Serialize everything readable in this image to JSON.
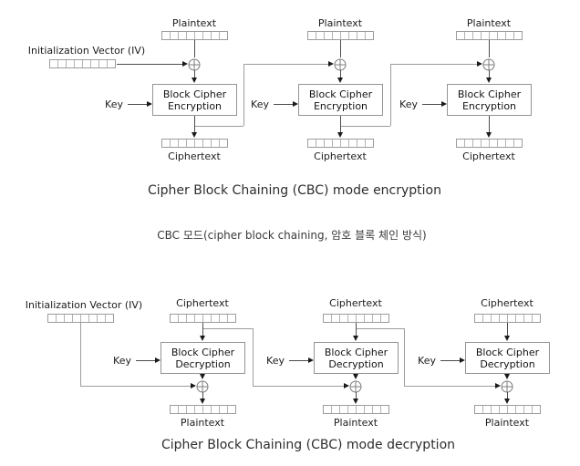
{
  "block_cells": 8,
  "colors": {
    "background": "#ffffff",
    "line": "#4d4d4d",
    "chain_line": "#9d9d9d",
    "block_border": "#9c9c9c",
    "box_border": "#949494",
    "text": "#1c1c1c",
    "caption": "#2d2d2d"
  },
  "subtitle": "CBC 모드(cipher block chaining, 암호 블록 체인 방식)",
  "encryption": {
    "caption": "Cipher Block Chaining (CBC) mode encryption",
    "iv_label": "Initialization Vector (IV)",
    "columns": [
      {
        "input_label": "Plaintext",
        "key_label": "Key",
        "box_line1": "Block Cipher",
        "box_line2": "Encryption",
        "output_label": "Ciphertext"
      },
      {
        "input_label": "Plaintext",
        "key_label": "Key",
        "box_line1": "Block Cipher",
        "box_line2": "Encryption",
        "output_label": "Ciphertext"
      },
      {
        "input_label": "Plaintext",
        "key_label": "Key",
        "box_line1": "Block Cipher",
        "box_line2": "Encryption",
        "output_label": "Ciphertext"
      }
    ]
  },
  "decryption": {
    "caption": "Cipher Block Chaining (CBC) mode decryption",
    "iv_label": "Initialization Vector (IV)",
    "columns": [
      {
        "input_label": "Ciphertext",
        "key_label": "Key",
        "box_line1": "Block Cipher",
        "box_line2": "Decryption",
        "output_label": "Plaintext"
      },
      {
        "input_label": "Ciphertext",
        "key_label": "Key",
        "box_line1": "Block Cipher",
        "box_line2": "Decryption",
        "output_label": "Plaintext"
      },
      {
        "input_label": "Ciphertext",
        "key_label": "Key",
        "box_line1": "Block Cipher",
        "box_line2": "Decryption",
        "output_label": "Plaintext"
      }
    ]
  }
}
